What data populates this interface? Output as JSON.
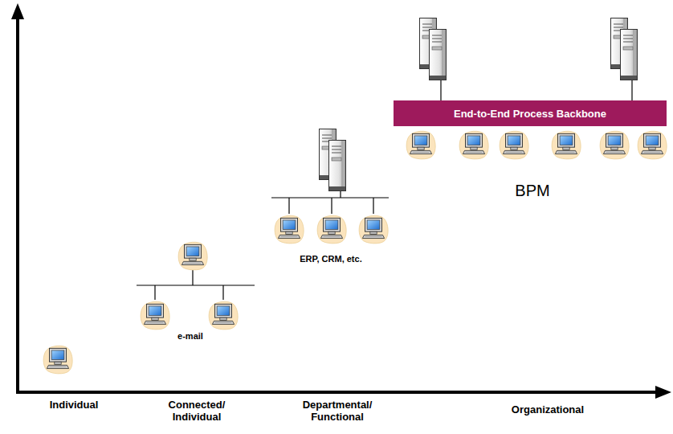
{
  "diagram": {
    "nodes": [
      {
        "text": [
          "End-to-End Process Backbone"
        ]
      }
    ],
    "labels": [
      "e-mail",
      "ERP, CRM, etc.",
      "BPM",
      "Individual",
      "Connected/ Individual",
      "Departmental/ Functional",
      "Organizational"
    ]
  }
}
